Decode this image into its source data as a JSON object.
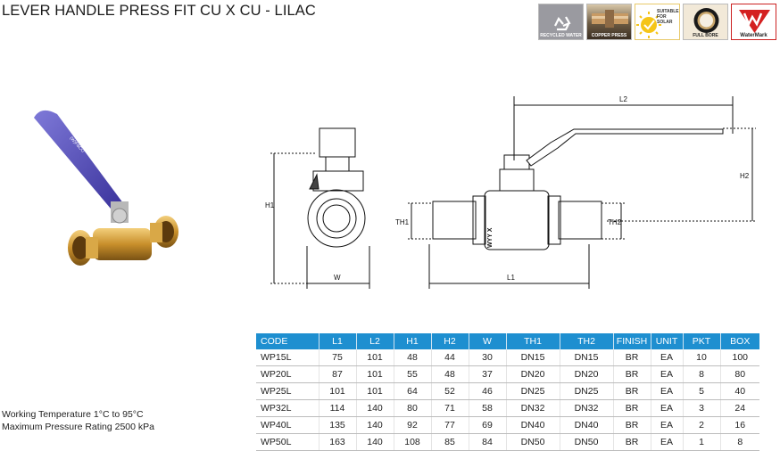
{
  "title": "LEVER HANDLE PRESS FIT CU X CU - LILAC",
  "badges": [
    {
      "icon": "recycle-icon",
      "caption": "RECYCLED WATER"
    },
    {
      "icon": "copper-press-icon",
      "caption": "COPPER PRESS"
    },
    {
      "icon": "solar-icon",
      "caption": "SUITABLE FOR SOLAR"
    },
    {
      "icon": "full-bore-icon",
      "caption": "FULL BORE"
    },
    {
      "icon": "watermark-icon",
      "caption": "WaterMark"
    }
  ],
  "drawing": {
    "h1": "H1",
    "w": "W",
    "th1": "TH1",
    "th2": "TH2",
    "l1": "L1",
    "l2": "L2",
    "h2": "H2",
    "body_mark": "WYY X"
  },
  "photo": {
    "handle_text": "(W)F&CO"
  },
  "specs": {
    "working_temperature": "Working Temperature  1°C to 95°C",
    "max_pressure": "Maximum Pressure Rating 2500 kPa"
  },
  "table": {
    "headers": [
      "CODE",
      "L1",
      "L2",
      "H1",
      "H2",
      "W",
      "TH1",
      "TH2",
      "FINISH",
      "UNIT",
      "PKT",
      "BOX"
    ],
    "rows": [
      [
        "WP15L",
        "75",
        "101",
        "48",
        "44",
        "30",
        "DN15",
        "DN15",
        "BR",
        "EA",
        "10",
        "100"
      ],
      [
        "WP20L",
        "87",
        "101",
        "55",
        "48",
        "37",
        "DN20",
        "DN20",
        "BR",
        "EA",
        "8",
        "80"
      ],
      [
        "WP25L",
        "101",
        "101",
        "64",
        "52",
        "46",
        "DN25",
        "DN25",
        "BR",
        "EA",
        "5",
        "40"
      ],
      [
        "WP32L",
        "114",
        "140",
        "80",
        "71",
        "58",
        "DN32",
        "DN32",
        "BR",
        "EA",
        "3",
        "24"
      ],
      [
        "WP40L",
        "135",
        "140",
        "92",
        "77",
        "69",
        "DN40",
        "DN40",
        "BR",
        "EA",
        "2",
        "16"
      ],
      [
        "WP50L",
        "163",
        "140",
        "108",
        "85",
        "84",
        "DN50",
        "DN50",
        "BR",
        "EA",
        "1",
        "8"
      ]
    ]
  }
}
